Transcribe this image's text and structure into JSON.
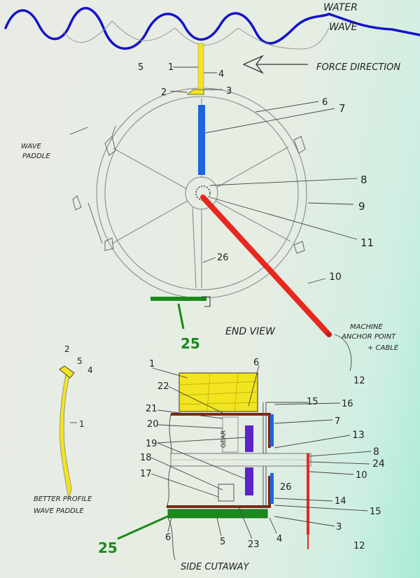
{
  "header": {
    "water_label": "WATER",
    "wave_label": "WAVE",
    "force_label": "FORCE DIRECTION"
  },
  "end_view": {
    "title": "END VIEW",
    "wave_paddle_line1": "WAVE",
    "wave_paddle_line2": "PADDLE",
    "anchor_line1": "MACHINE",
    "anchor_line2": "ANCHOR POINT",
    "anchor_line3": "+ CABLE",
    "callouts": {
      "n1": "1",
      "n2": "2",
      "n3": "3",
      "n4": "4",
      "n5": "5",
      "n6": "6",
      "n7": "7",
      "n8": "8",
      "n9": "9",
      "n10": "10",
      "n11": "11",
      "n12": "12",
      "n25": "25",
      "n26": "26"
    }
  },
  "profile": {
    "caption_line1": "BETTER PROFILE",
    "caption_line2": "WAVE PADDLE",
    "callouts": {
      "n1": "1",
      "n2": "2",
      "n4": "4",
      "n5": "5"
    }
  },
  "side_cutaway": {
    "title": "SIDE CUTAWAY",
    "gear_label": "GEAR",
    "callouts": {
      "n1": "1",
      "n3": "3",
      "n4": "4",
      "n5": "5",
      "n6a": "6",
      "n6b": "6",
      "n7": "7",
      "n8": "8",
      "n10": "10",
      "n12": "12",
      "n13": "13",
      "n14": "14",
      "n15a": "15",
      "n15b": "15",
      "n16": "16",
      "n17": "17",
      "n18": "18",
      "n19": "19",
      "n20": "20",
      "n21": "21",
      "n22": "22",
      "n23": "23",
      "n24": "24",
      "n25": "25",
      "n26": "26"
    }
  },
  "colors": {
    "wave": "#1414c8",
    "paddle": "#f2e41e",
    "shaft": "#1e64e0",
    "cable": "#e8281e",
    "base": "#1a8a1a",
    "frame": "#7a2a14",
    "gear": "#5a24c8",
    "pencil": "#8a8a8a"
  }
}
